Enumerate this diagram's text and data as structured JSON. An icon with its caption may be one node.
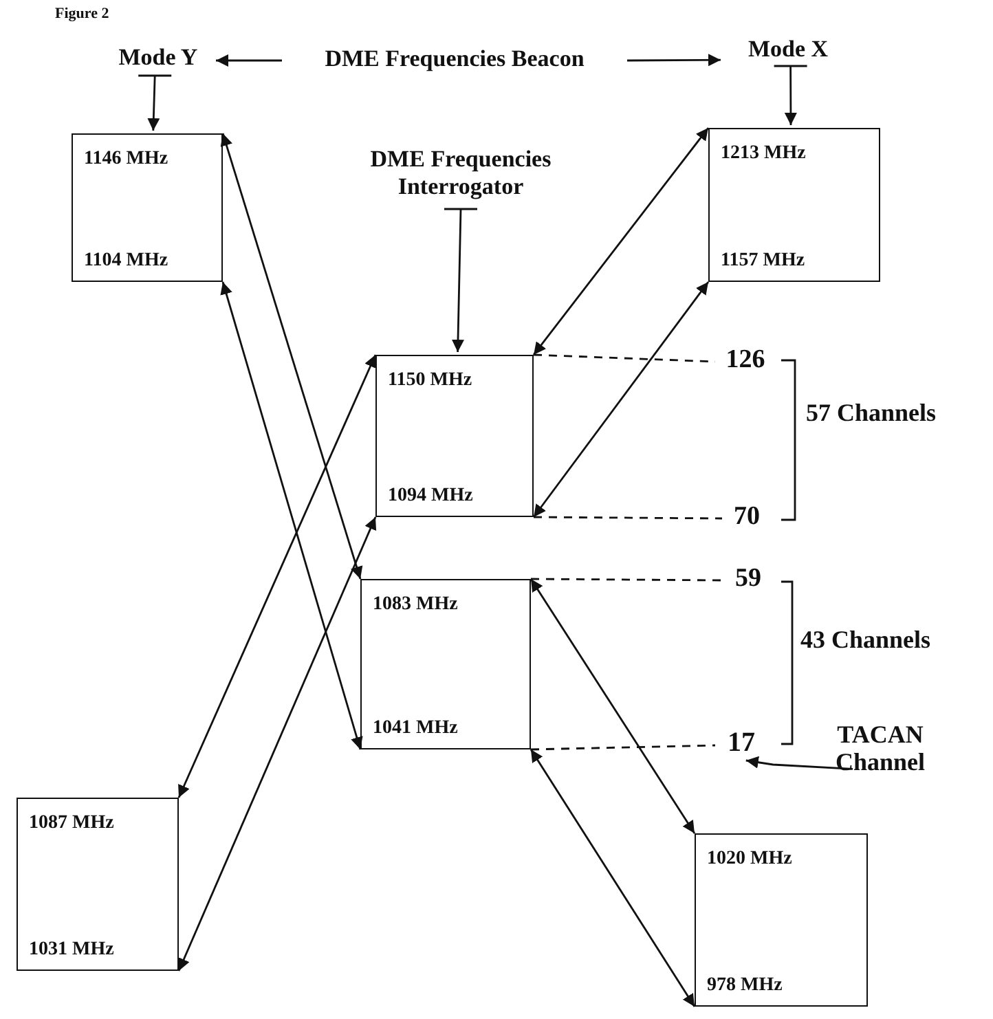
{
  "diagram": {
    "nodes": [
      {
        "text": [
          "Mode Y"
        ]
      },
      {
        "text": [
          "DME Frequencies Beacon"
        ]
      },
      {
        "text": [
          "Mode X"
        ]
      },
      {
        "text": [
          "1146 MHz",
          "1104 MHz"
        ]
      },
      {
        "text": [
          "DME Frequencies Interrogator"
        ]
      },
      {
        "text": [
          "1213 MHz",
          "1157 MHz"
        ]
      },
      {
        "text": [
          "1150 MHz",
          "1094 MHz"
        ]
      },
      {
        "text": [
          "1083 MHz",
          "1041 MHz"
        ]
      },
      {
        "text": [
          "1087 MHz",
          "1031 MHz"
        ]
      },
      {
        "text": [
          "1020 MHz",
          "978 MHz"
        ]
      },
      {
        "text": [
          "126"
        ]
      },
      {
        "text": [
          "70"
        ]
      },
      {
        "text": [
          "59"
        ]
      },
      {
        "text": [
          "17"
        ]
      },
      {
        "text": [
          "TACAN Channel"
        ]
      }
    ],
    "edges": [
      {
        "from": 1,
        "to": 0,
        "arrow": "to"
      },
      {
        "from": 1,
        "to": 2,
        "arrow": "to"
      },
      {
        "from": 0,
        "to": 3,
        "arrow": "to"
      },
      {
        "from": 2,
        "to": 5,
        "arrow": "to"
      },
      {
        "from": 4,
        "to": 6,
        "arrow": "to"
      },
      {
        "from": 3,
        "to": 7,
        "arrow": "both"
      },
      {
        "from": 3,
        "to": 7,
        "arrow": "both"
      },
      {
        "from": 5,
        "to": 6,
        "arrow": "both"
      },
      {
        "from": 5,
        "to": 6,
        "arrow": "both"
      },
      {
        "from": 6,
        "to": 8,
        "arrow": "both"
      },
      {
        "from": 6,
        "to": 8,
        "arrow": "both"
      },
      {
        "from": 7,
        "to": 9,
        "arrow": "both"
      },
      {
        "from": 7,
        "to": 9,
        "arrow": "both"
      },
      {
        "from": 6,
        "to": 10,
        "arrow": "none",
        "style": "dashed"
      },
      {
        "from": 6,
        "to": 11,
        "arrow": "none",
        "style": "dashed"
      },
      {
        "from": 7,
        "to": 12,
        "arrow": "none",
        "style": "dashed"
      },
      {
        "from": 7,
        "to": 13,
        "arrow": "none",
        "style": "dashed"
      },
      {
        "from": 14,
        "to": 13,
        "arrow": "to"
      }
    ],
    "labels": [
      "Figure 2",
      "57 Channels",
      "43 Channels"
    ]
  }
}
